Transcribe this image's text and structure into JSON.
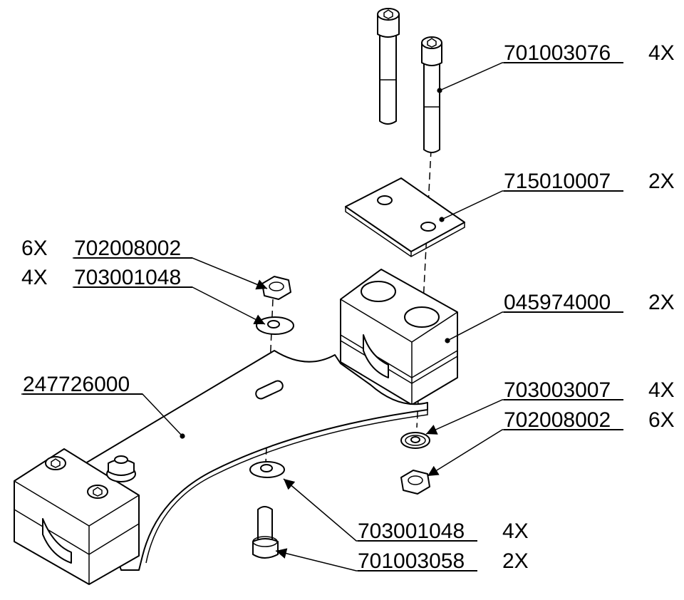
{
  "callouts": [
    {
      "id": "c1",
      "part": "701003076",
      "qty": "4X"
    },
    {
      "id": "c2",
      "part": "715010007",
      "qty": "2X"
    },
    {
      "id": "c3",
      "part": "702008002",
      "qty": "6X"
    },
    {
      "id": "c4",
      "part": "703001048",
      "qty": "4X"
    },
    {
      "id": "c5",
      "part": "045974000",
      "qty": "2X"
    },
    {
      "id": "c6",
      "part": "247726000",
      "qty": ""
    },
    {
      "id": "c7",
      "part": "703003007",
      "qty": "4X"
    },
    {
      "id": "c8",
      "part": "702008002",
      "qty": "6X"
    },
    {
      "id": "c9",
      "part": "703001048",
      "qty": "4X"
    },
    {
      "id": "c10",
      "part": "701003058",
      "qty": "2X"
    }
  ]
}
